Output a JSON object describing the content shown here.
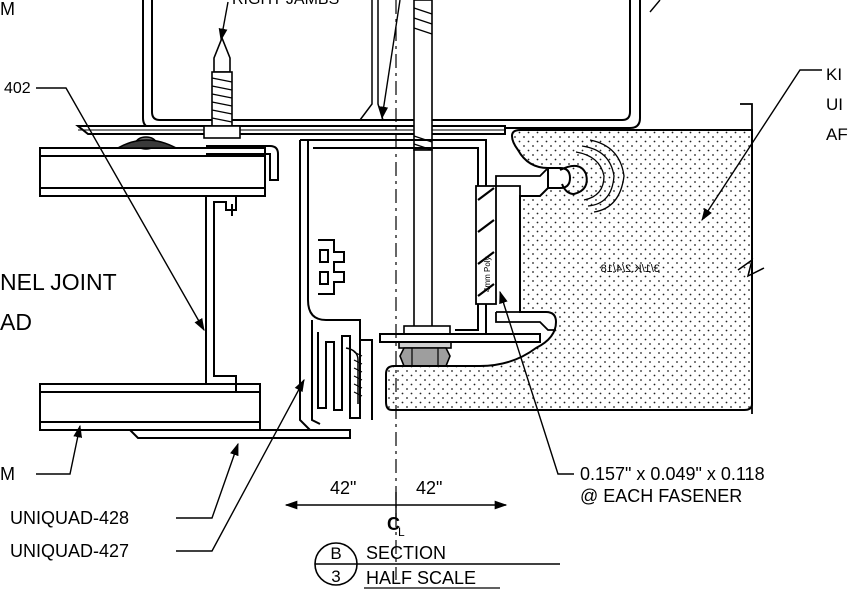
{
  "labels": {
    "top_left_fragment": "M",
    "right_jambs": "RIGHT JAMBS",
    "part_402": "402",
    "panel_joint_line1": "NEL JOINT",
    "panel_joint_line2": "AD",
    "bottom_left_fragment": "M",
    "uniquad_428": "UNIQUAD-428",
    "uniquad_427": "UNIQUAD-427",
    "right_line1": "KI",
    "right_line2": "UI",
    "right_line3": "AF",
    "spacer": "4mm Poly",
    "shim_line1": "0.157\" x 0.049\" x 0.118",
    "shim_line2": "@ EACH FASENER",
    "dim_left": "42\"",
    "dim_right": "42\"",
    "centerline": "C",
    "centerline_sub": "L",
    "mirror_note": "3/1/K.2/4/18"
  },
  "section_marker": {
    "letter": "B",
    "sheet": "3",
    "title": "SECTION",
    "scale": "HALF SCALE"
  }
}
